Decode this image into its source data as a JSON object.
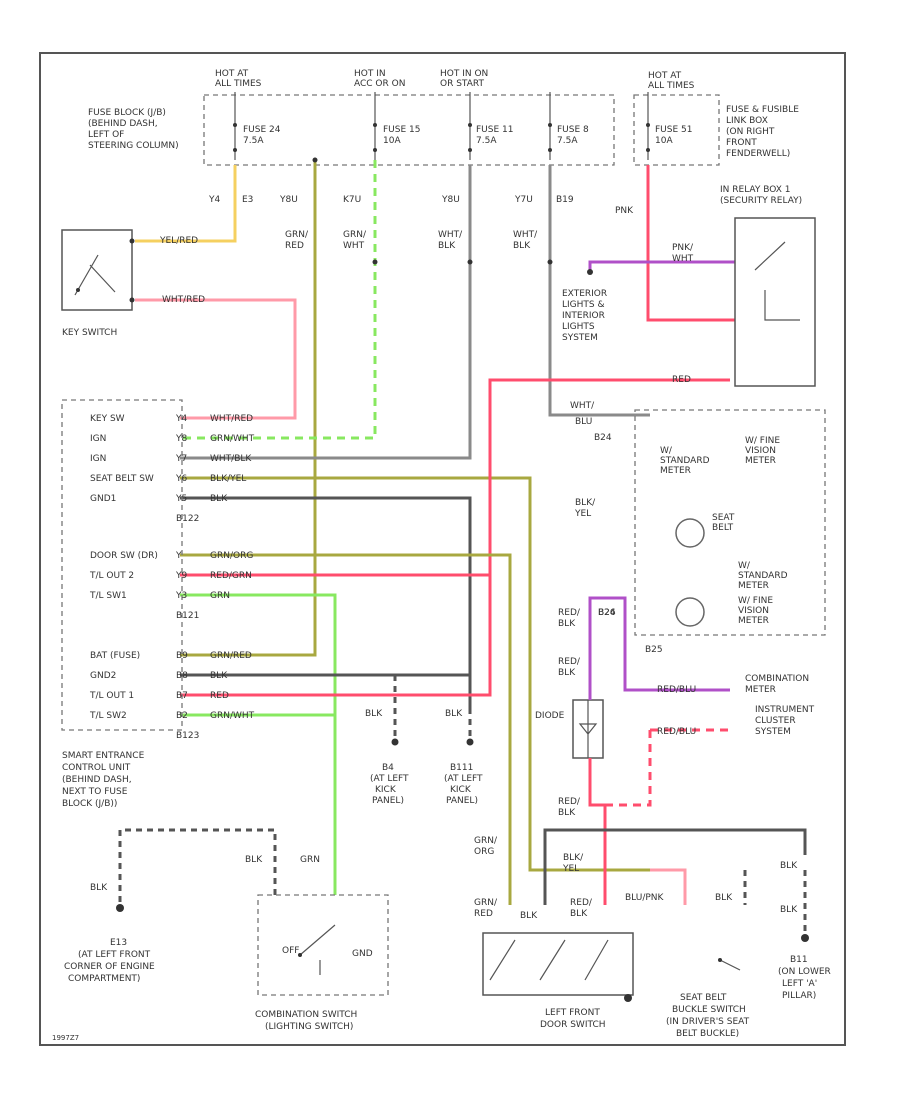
{
  "diagram": {
    "fuse_block_label": [
      "FUSE BLOCK (J/B)",
      "(BEHIND DASH,",
      "LEFT OF",
      "STEERING COLUMN)"
    ],
    "hot_labels": [
      [
        "HOT AT",
        "ALL TIMES"
      ],
      [
        "HOT IN",
        "ACC OR ON"
      ],
      [
        "HOT IN ON",
        "OR START"
      ],
      [
        "HOT AT",
        "ALL TIMES"
      ]
    ],
    "fuses": [
      [
        "FUSE 24",
        "7.5A"
      ],
      [
        "FUSE 15",
        "10A"
      ],
      [
        "FUSE 11",
        "7.5A"
      ],
      [
        "FUSE 8",
        "7.5A"
      ],
      [
        "FUSE 51",
        "10A"
      ]
    ],
    "underhood_label": [
      "FUSE & FUSIBLE",
      "LINK BOX",
      "(ON RIGHT",
      "FRONT",
      "FENDERWELL)"
    ],
    "connector_ids": [
      "Y4",
      "E3",
      "Y8U",
      "K7U",
      "Y8U",
      "Y7U",
      "B19"
    ],
    "wire_labels": {
      "grn_red": [
        "GRN/",
        "RED"
      ],
      "grn_wht": [
        "GRN/",
        "WHT"
      ],
      "wht_blk_1": [
        "WHT/",
        "BLK"
      ],
      "wht_blk_2": [
        "WHT/",
        "BLK"
      ],
      "yel_red": "YEL/RED",
      "wht_red": "WHT/RED",
      "pnk": "PNK",
      "pnk_wht": [
        "PNK/",
        "WHT"
      ],
      "red": "RED",
      "wht_blk_mid": "WHT/",
      "blu": "BLU",
      "blk_yel": [
        "BLK/",
        "YEL"
      ],
      "red_blk_1": [
        "RED/",
        "BLK"
      ],
      "red_blk_2": [
        "RED/",
        "BLK"
      ],
      "red_blk_3": [
        "RED/",
        "BLK"
      ],
      "b24": "B24",
      "red_blu_1": "RED/BLU",
      "red_blu_2": "RED/BLU",
      "grn_org": [
        "GRN/",
        "ORG"
      ],
      "blk_yel_2": [
        "BLK/",
        "YEL"
      ],
      "blu_pnk": "BLU/PNK",
      "grn": "GRN",
      "blk": "BLK"
    },
    "relay_label": [
      "IN RELAY BOX 1",
      "(SECURITY RELAY)"
    ],
    "key_switch": "KEY SWITCH",
    "exterior_lights": [
      "EXTERIOR",
      "LIGHTS &",
      "INTERIOR",
      "LIGHTS",
      "SYSTEM"
    ],
    "control_pins": [
      {
        "label": "KEY SW",
        "pin": "Y4",
        "wire": "WHT/RED"
      },
      {
        "label": "IGN",
        "pin": "Y8",
        "wire": "GRN/WHT"
      },
      {
        "label": "IGN",
        "pin": "Y7",
        "wire": "WHT/BLK"
      },
      {
        "label": "SEAT BELT SW",
        "pin": "Y6",
        "wire": "BLK/YEL"
      },
      {
        "label": "GND1",
        "pin": "Y5",
        "wire": "BLK"
      },
      {
        "label": "",
        "pin": "B122",
        "wire": ""
      },
      {
        "label": "DOOR SW (DR)",
        "pin": "Y",
        "wire": "GRN/ORG"
      },
      {
        "label": "T/L OUT 2",
        "pin": "Y9",
        "wire": "RED/GRN"
      },
      {
        "label": "T/L SW1",
        "pin": "Y3",
        "wire": "GRN"
      },
      {
        "label": "",
        "pin": "B121",
        "wire": ""
      },
      {
        "label": "BAT (FUSE)",
        "pin": "B9",
        "wire": "GRN/RED"
      },
      {
        "label": "GND2",
        "pin": "B8",
        "wire": "BLK"
      },
      {
        "label": "T/L OUT 1",
        "pin": "B7",
        "wire": "RED"
      },
      {
        "label": "T/L SW2",
        "pin": "B2",
        "wire": "GRN/WHT"
      },
      {
        "label": "",
        "pin": "B123",
        "wire": ""
      }
    ],
    "control_unit_label": [
      "SMART ENTRANCE",
      "CONTROL UNIT",
      "(BEHIND DASH,",
      "NEXT TO FUSE",
      "BLOCK (J/B))"
    ],
    "meter_labels": {
      "standard": [
        "W/",
        "STANDARD",
        "METER"
      ],
      "fine_vision": [
        "W/ FINE",
        "VISION",
        "METER"
      ],
      "seat_belt": [
        "SEAT",
        "BELT"
      ],
      "w_standard": [
        "W/",
        "STANDARD",
        "METER"
      ],
      "w_fine": [
        "W/ FINE",
        "VISION",
        "METER"
      ],
      "b26": "B26",
      "b25": "B25",
      "combination_meter": [
        "COMBINATION",
        "METER"
      ],
      "instrument_cluster": [
        "INSTRUMENT",
        "CLUSTER",
        "SYSTEM"
      ]
    },
    "diode_label": "DIODE",
    "grounds": [
      {
        "id": "B4",
        "lines": [
          "B4",
          "(AT LEFT",
          "KICK",
          "PANEL)"
        ]
      },
      {
        "id": "B111",
        "lines": [
          "B111",
          "(AT LEFT",
          "KICK",
          "PANEL)"
        ]
      },
      {
        "id": "E13",
        "lines": [
          "E13",
          "(AT LEFT FRONT",
          "CORNER OF ENGINE",
          "COMPARTMENT)"
        ]
      },
      {
        "id": "B11",
        "lines": [
          "B11",
          "(ON LOWER",
          "LEFT 'A'",
          "PILLAR)"
        ]
      }
    ],
    "combination_switch": [
      "COMBINATION SWITCH",
      "(LIGHTING SWITCH)"
    ],
    "comb_switch_positions": [
      "OFF",
      "GND"
    ],
    "door_switch": [
      "LEFT FRONT",
      "DOOR SWITCH"
    ],
    "seat_belt_switch": [
      "SEAT BELT",
      "BUCKLE SWITCH",
      "(IN DRIVER'S SEAT",
      "BELT BUCKLE)"
    ],
    "footer_code": "1997Z7"
  }
}
